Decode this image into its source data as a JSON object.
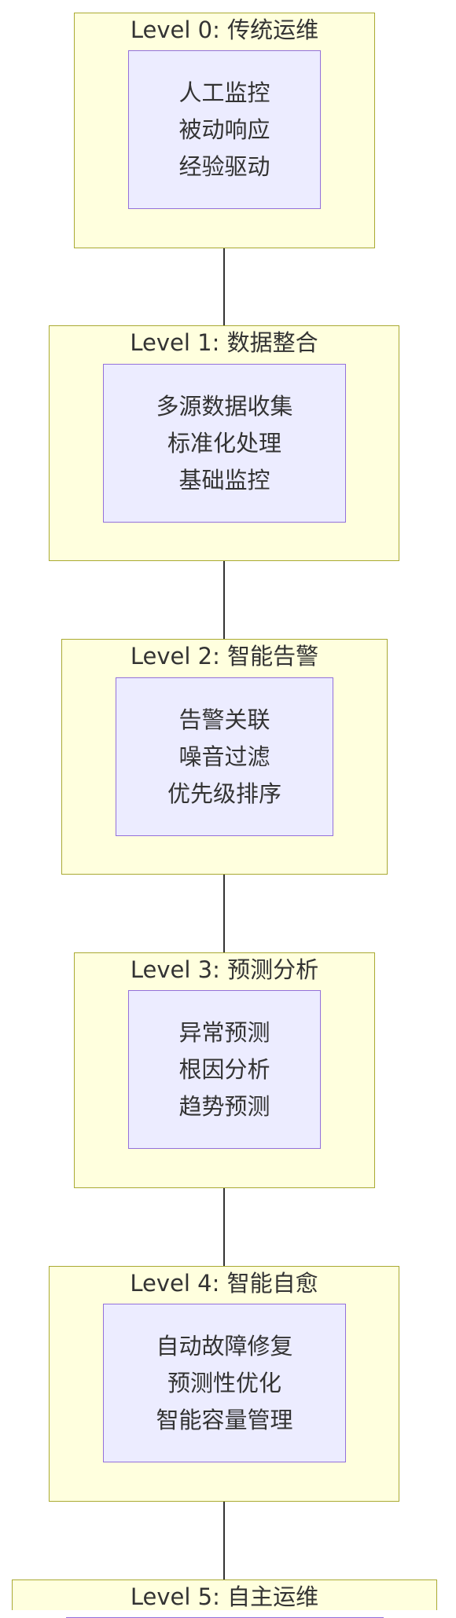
{
  "colors": {
    "cluster_fill": "#ffffde",
    "cluster_border": "#aaaa33",
    "node_fill": "#ececff",
    "node_border": "#9370db",
    "edge": "#333333",
    "text": "#333333"
  },
  "levels": [
    {
      "title": "Level 0: 传统运维",
      "items": [
        "人工监控",
        "被动响应",
        "经验驱动"
      ]
    },
    {
      "title": "Level 1: 数据整合",
      "items": [
        "多源数据收集",
        "标准化处理",
        "基础监控"
      ]
    },
    {
      "title": "Level 2: 智能告警",
      "items": [
        "告警关联",
        "噪音过滤",
        "优先级排序"
      ]
    },
    {
      "title": "Level 3: 预测分析",
      "items": [
        "异常预测",
        "根因分析",
        "趋势预测"
      ]
    },
    {
      "title": "Level 4: 智能自愈",
      "items": [
        "自动故障修复",
        "预测性优化",
        "智能容量管理"
      ]
    },
    {
      "title": "Level 5: 自主运维",
      "items": []
    }
  ]
}
